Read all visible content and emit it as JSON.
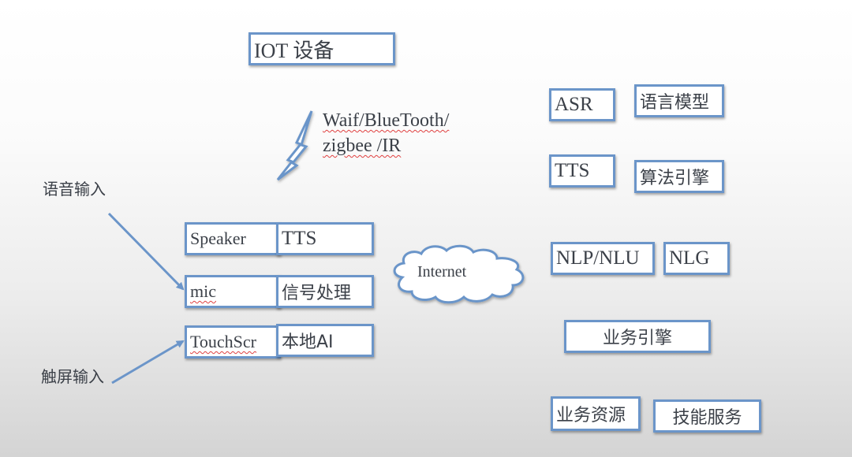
{
  "diagram": {
    "iot_device": "IOT 设备",
    "wireless_label_line1": "Waif/BlueTooth/",
    "wireless_label_line2": "zigbee /IR",
    "voice_input": "语音输入",
    "touch_input": "触屏输入",
    "device_left": [
      "Speaker",
      "mic",
      "TouchScr"
    ],
    "device_right": [
      "TTS",
      "信号处理",
      "本地AI"
    ],
    "cloud": "Internet",
    "server": {
      "asr": "ASR",
      "language_model": "语言模型",
      "tts": "TTS",
      "algorithm_engine": "算法引擎",
      "nlp_nlu": "NLP/NLU",
      "nlg": "NLG",
      "business_engine": "业务引擎",
      "business_resources": "业务资源",
      "skill_service": "技能服务"
    }
  },
  "colors": {
    "box_border": "#6b95c9",
    "arrow": "#6b95c9",
    "text": "#3b4048",
    "spellcheck": "#e04040"
  },
  "icons": {
    "wireless": "lightning-bolt-icon",
    "network": "cloud-icon"
  }
}
